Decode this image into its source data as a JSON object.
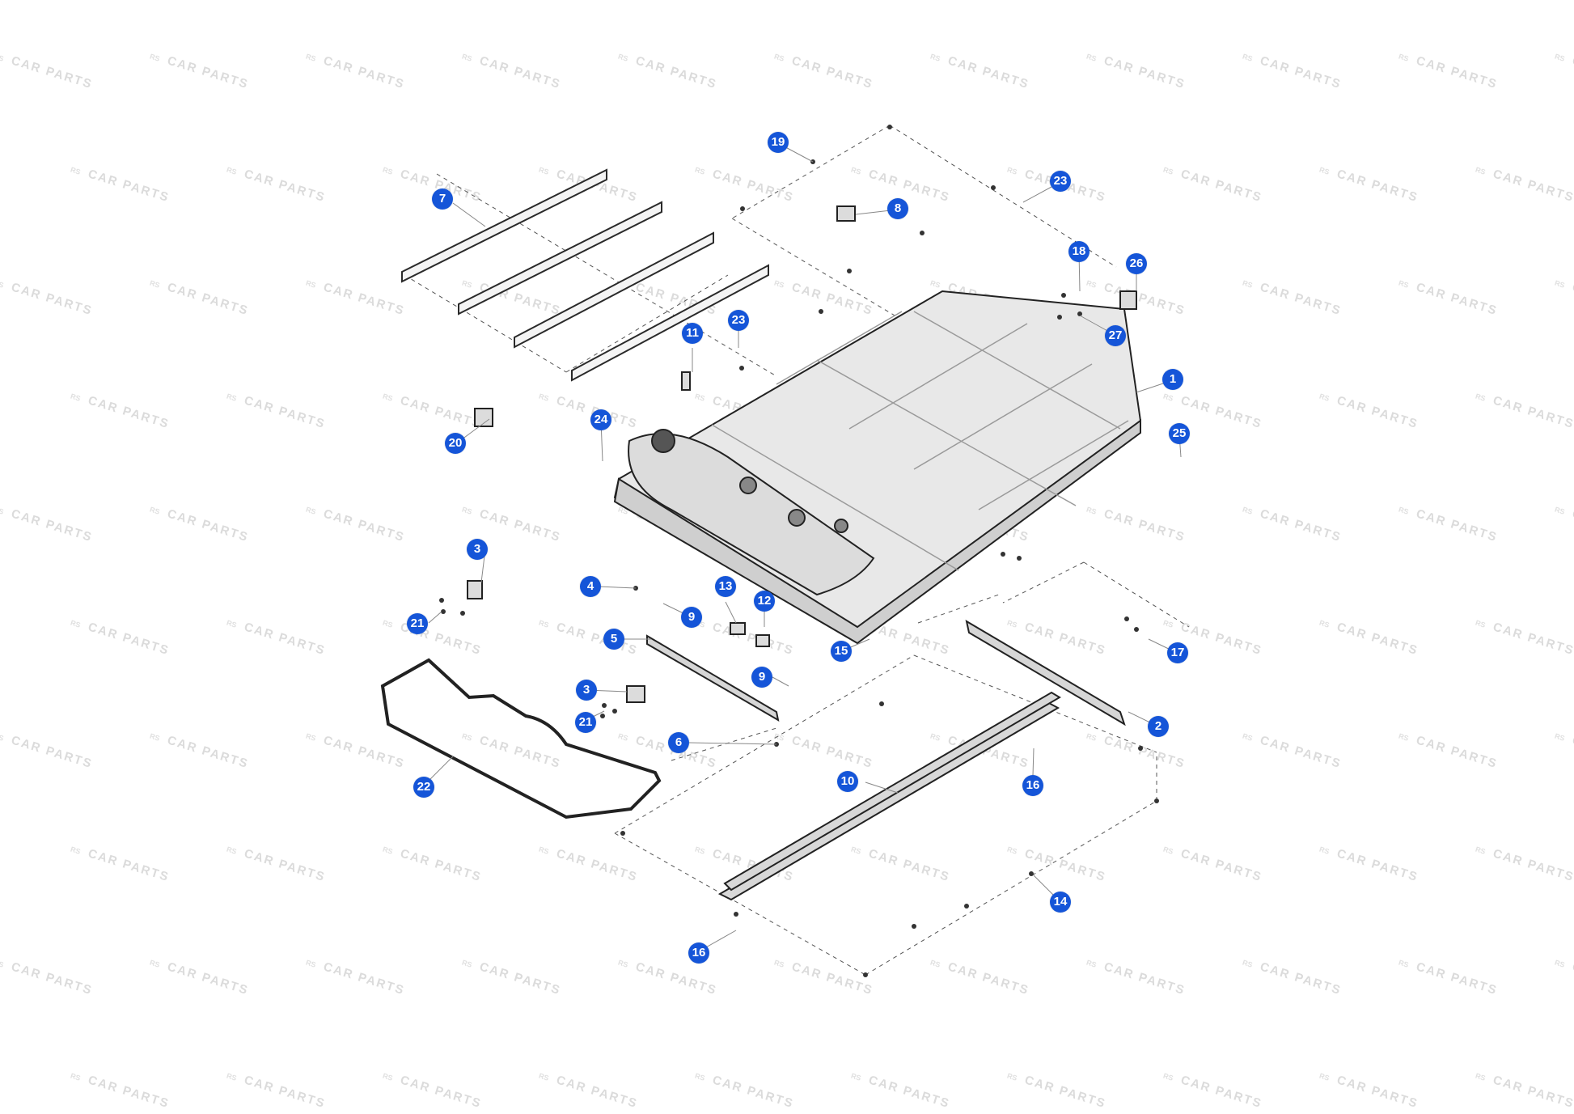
{
  "watermark": {
    "logo": "RS",
    "text": "CAR PARTS"
  },
  "colors": {
    "badge": "#1555d8",
    "line": "#222222",
    "tray": "#e6e6e6",
    "leader": "#888888"
  },
  "callouts": [
    {
      "id": "c1",
      "label": "1"
    },
    {
      "id": "c2",
      "label": "2"
    },
    {
      "id": "c3a",
      "label": "3"
    },
    {
      "id": "c3b",
      "label": "3"
    },
    {
      "id": "c4",
      "label": "4"
    },
    {
      "id": "c5",
      "label": "5"
    },
    {
      "id": "c6",
      "label": "6"
    },
    {
      "id": "c7",
      "label": "7"
    },
    {
      "id": "c8",
      "label": "8"
    },
    {
      "id": "c9a",
      "label": "9"
    },
    {
      "id": "c9b",
      "label": "9"
    },
    {
      "id": "c10",
      "label": "10"
    },
    {
      "id": "c11",
      "label": "11"
    },
    {
      "id": "c12",
      "label": "12"
    },
    {
      "id": "c13",
      "label": "13"
    },
    {
      "id": "c14",
      "label": "14"
    },
    {
      "id": "c15",
      "label": "15"
    },
    {
      "id": "c16a",
      "label": "16"
    },
    {
      "id": "c16b",
      "label": "16"
    },
    {
      "id": "c17",
      "label": "17"
    },
    {
      "id": "c18",
      "label": "18"
    },
    {
      "id": "c19",
      "label": "19"
    },
    {
      "id": "c20",
      "label": "20"
    },
    {
      "id": "c21a",
      "label": "21"
    },
    {
      "id": "c21b",
      "label": "21"
    },
    {
      "id": "c22",
      "label": "22"
    },
    {
      "id": "c23a",
      "label": "23"
    },
    {
      "id": "c23b",
      "label": "23"
    },
    {
      "id": "c24",
      "label": "24"
    },
    {
      "id": "c25",
      "label": "25"
    },
    {
      "id": "c26",
      "label": "26"
    },
    {
      "id": "c27",
      "label": "27"
    }
  ]
}
